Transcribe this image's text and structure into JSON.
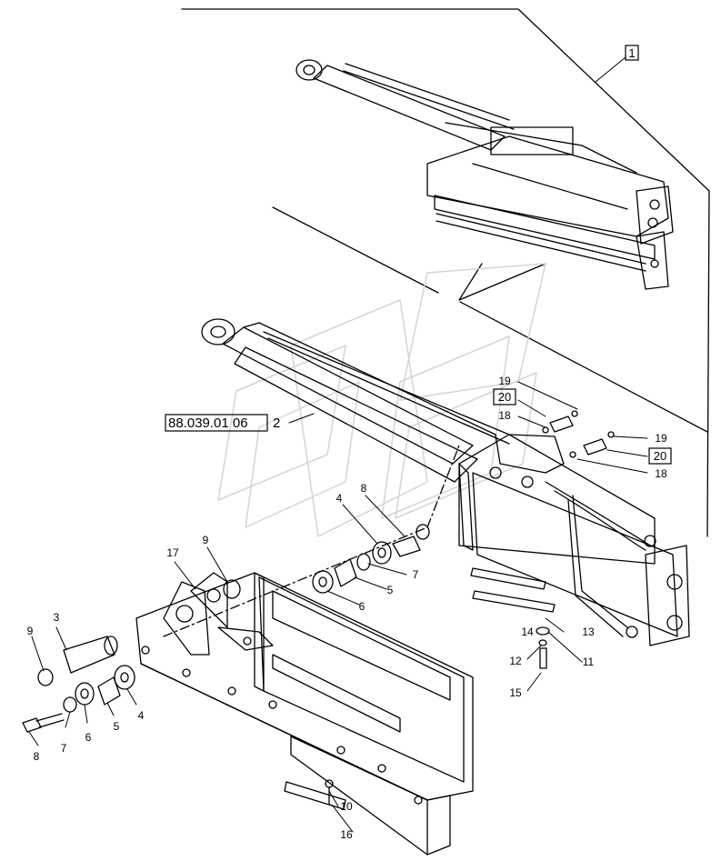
{
  "diagram": {
    "callouts": {
      "c1": "1",
      "c2": "2",
      "ref": "88.039.01 06",
      "c3": "3",
      "c4a": "4",
      "c4b": "4",
      "c5a": "5",
      "c5b": "5",
      "c6a": "6",
      "c6b": "6",
      "c7a": "7",
      "c7b": "7",
      "c8a": "8",
      "c8b": "8",
      "c9a": "9",
      "c9b": "9",
      "c10": "10",
      "c11": "11",
      "c12": "12",
      "c13": "13",
      "c14": "14",
      "c15": "15",
      "c16": "16",
      "c17": "17",
      "c18a": "18",
      "c18b": "18",
      "c19a": "19",
      "c19b": "19",
      "c20a": "20",
      "c20b": "20"
    }
  }
}
